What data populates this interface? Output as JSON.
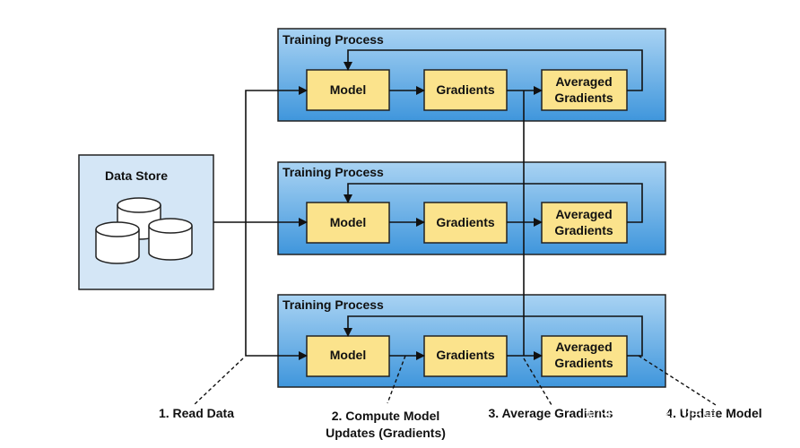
{
  "data_store": {
    "title": "Data Store"
  },
  "processes": [
    {
      "title": "Training Process",
      "nodes": {
        "model": "Model",
        "gradients": "Gradients",
        "averaged": [
          "Averaged",
          "Gradients"
        ]
      }
    },
    {
      "title": "Training Process",
      "nodes": {
        "model": "Model",
        "gradients": "Gradients",
        "averaged": [
          "Averaged",
          "Gradients"
        ]
      }
    },
    {
      "title": "Training Process",
      "nodes": {
        "model": "Model",
        "gradients": "Gradients",
        "averaged": [
          "Averaged",
          "Gradients"
        ]
      }
    }
  ],
  "steps": {
    "read": "1. Read Data",
    "compute": [
      "2. Compute Model",
      "Updates (Gradients)"
    ],
    "average": "3. Average Gradients",
    "update": "4. Update Model"
  },
  "watermark": "知乎 @佟爽小伟重",
  "colors": {
    "process_top": "#a9d3f3",
    "process_bottom": "#3f96dc",
    "node_fill": "#fbe38c",
    "data_store_fill": "#d4e6f6"
  }
}
